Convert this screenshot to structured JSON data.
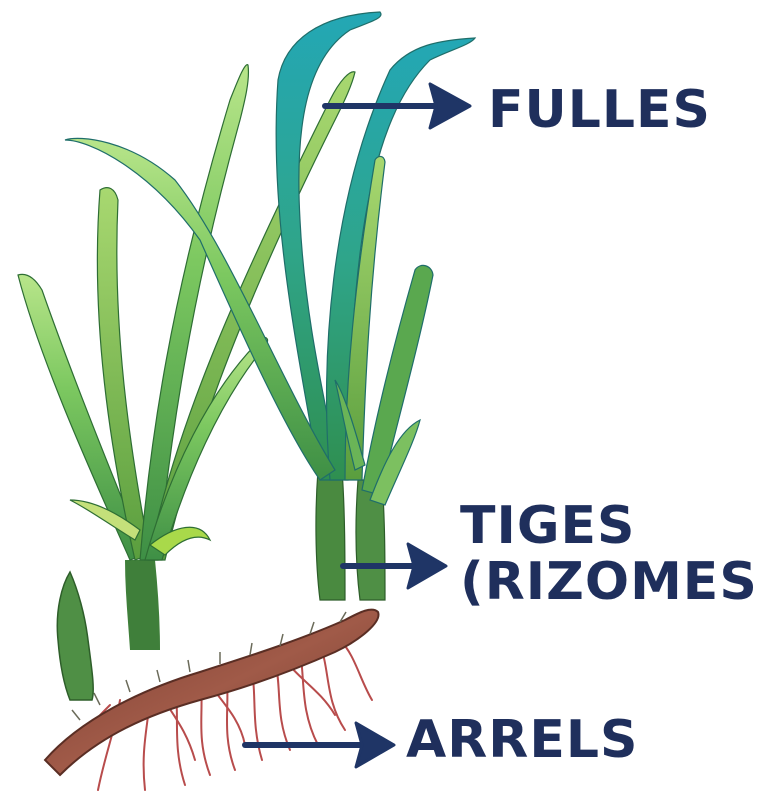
{
  "labels": {
    "fulles": "FULLES",
    "tiges_line1": "TIGES",
    "tiges_line2": "(RIZOMES)",
    "arrels": "ARRELS"
  },
  "colors": {
    "label_text": "#1f2f5c",
    "arrow": "#1f3566",
    "leaf_light": "#9fd86a",
    "leaf_mid": "#4fb25c",
    "leaf_teal": "#1fa39a",
    "rhizome": "#8a4a3a",
    "root": "#b84c4c"
  }
}
